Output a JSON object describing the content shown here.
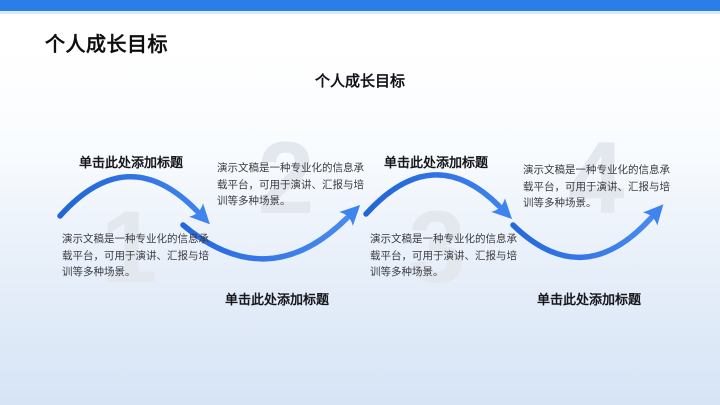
{
  "slide": {
    "page_title": "个人成长目标",
    "subtitle": "个人成长目标",
    "accent_color": "#2b7ee7",
    "arrow_color_start": "#2165d6",
    "arrow_color_end": "#4a8cf0",
    "ghost_number_color": "#e3e7ee",
    "steps": [
      {
        "number": "1",
        "title": "单击此处添加标题",
        "body": "演示文稿是一种专业化的信息承载平台，可用于演讲、汇报与培训等多种场景。",
        "title_position": "top"
      },
      {
        "number": "2",
        "title": "单击此处添加标题",
        "body": "演示文稿是一种专业化的信息承载平台，可用于演讲、汇报与培训等多种场景。",
        "title_position": "bottom"
      },
      {
        "number": "3",
        "title": "单击此处添加标题",
        "body": "演示文稿是一种专业化的信息承载平台，可用于演讲、汇报与培训等多种场景。",
        "title_position": "top"
      },
      {
        "number": "4",
        "title": "单击此处添加标题",
        "body": "演示文稿是一种专业化的信息承载平台，可用于演讲、汇报与培训等多种场景。",
        "title_position": "bottom"
      }
    ]
  }
}
